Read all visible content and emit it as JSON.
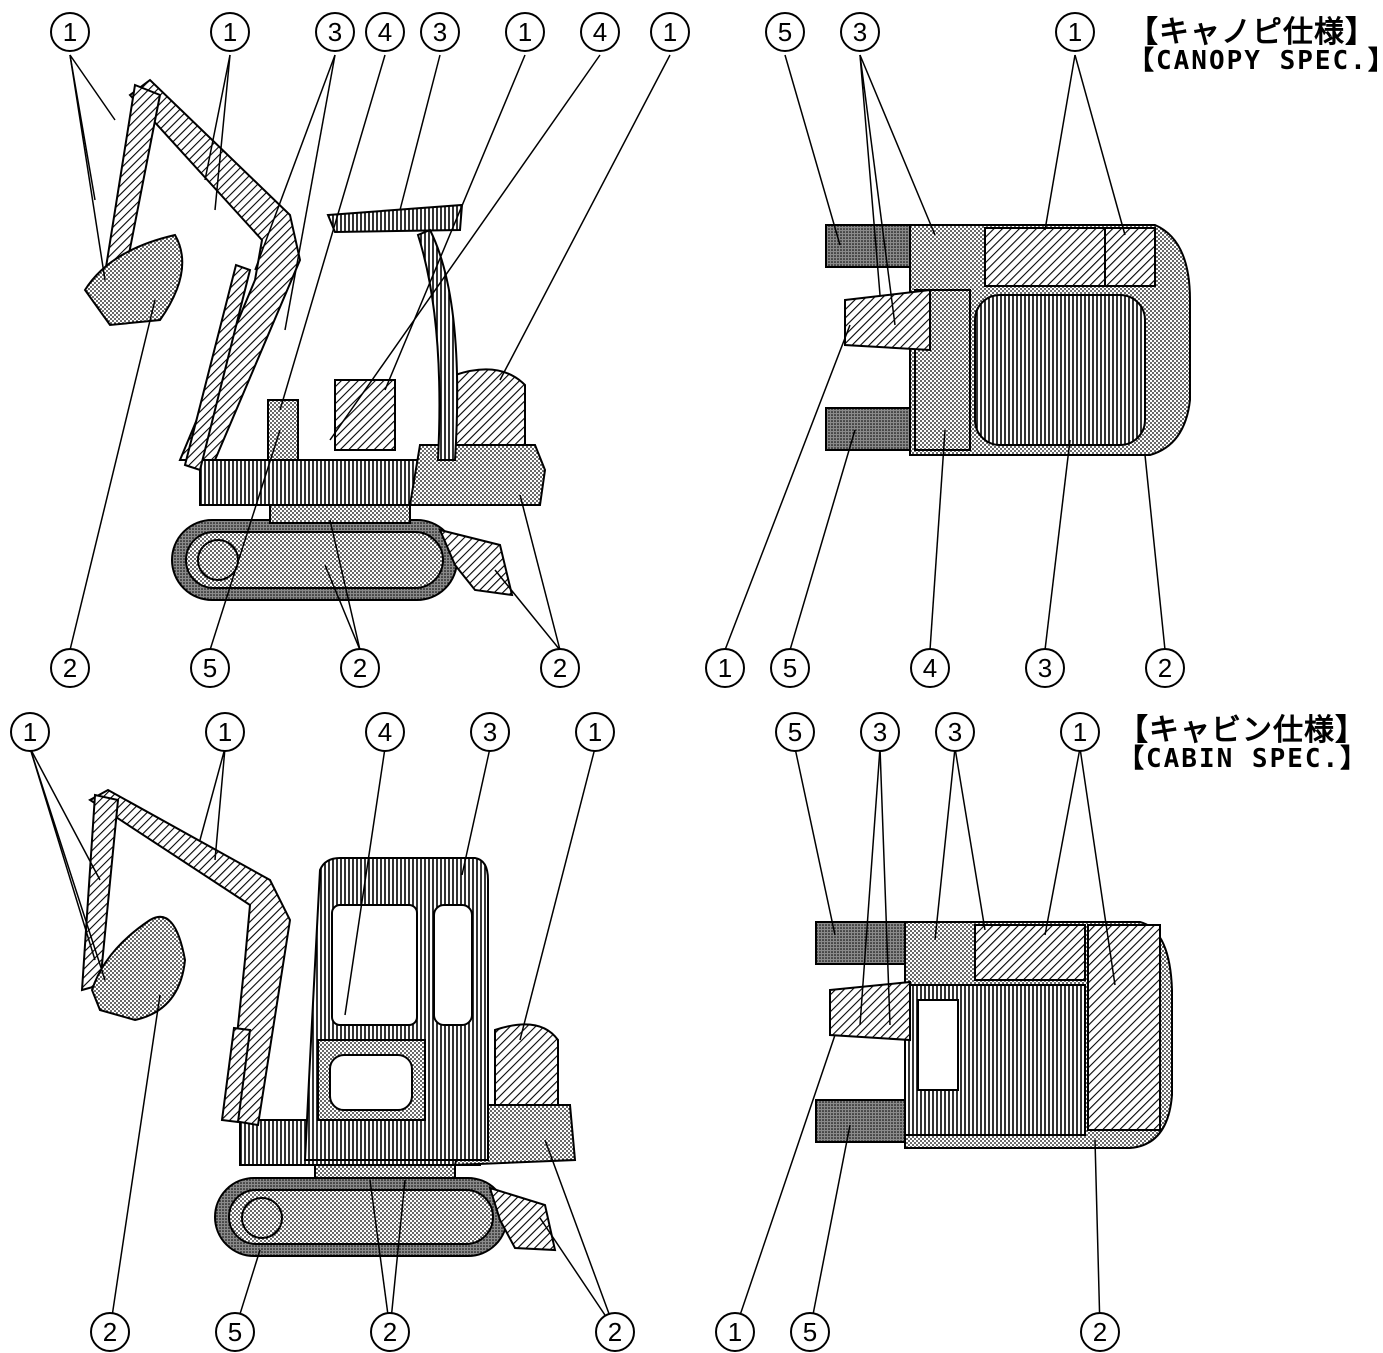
{
  "titles": {
    "canopy_jp": "【キャノピ仕様】",
    "canopy_en": "【CANOPY SPEC.】",
    "cabin_jp": "【キャビン仕様】",
    "cabin_en": "【CABIN SPEC.】"
  },
  "callouts": {
    "canopy_side": [
      "1",
      "1",
      "3",
      "4",
      "3",
      "1",
      "4",
      "1",
      "2",
      "5",
      "2",
      "2"
    ],
    "canopy_top": [
      "5",
      "3",
      "1",
      "1",
      "5",
      "4",
      "3",
      "2"
    ],
    "cabin_side": [
      "1",
      "1",
      "4",
      "3",
      "1",
      "2",
      "5",
      "2",
      "2"
    ],
    "cabin_top": [
      "5",
      "3",
      "3",
      "1",
      "1",
      "5",
      "2"
    ]
  },
  "colors": {
    "line": "#000000",
    "background": "#ffffff",
    "dark_paint": "#4a4a4a",
    "dotted_paint": "#c8c8c8"
  }
}
